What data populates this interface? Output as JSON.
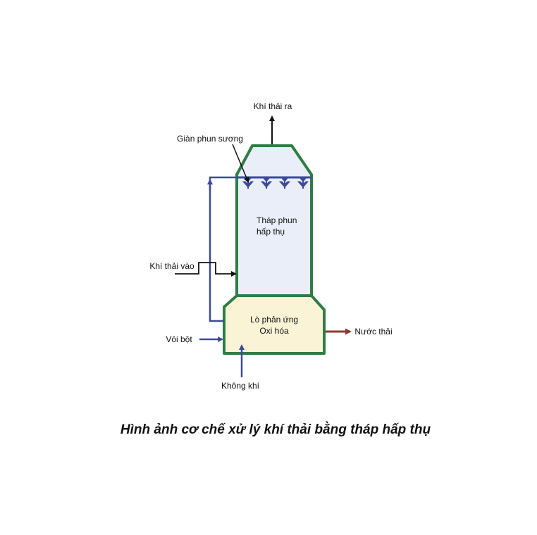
{
  "labels": {
    "exhaust_out": "Khí thải ra",
    "spray_rack": "Giàn phun sương",
    "tower_line1": "Tháp phun",
    "tower_line2": "hấp thụ",
    "exhaust_in": "Khí thải vào",
    "reactor_line1": "Lò phản ứng",
    "reactor_line2": "Oxi hóa",
    "lime": "Vôi bột",
    "wastewater": "Nước thải",
    "air": "Không khí"
  },
  "caption": "Hình ảnh cơ chế xử lý khí thải bằng tháp hấp thụ",
  "colors": {
    "tower_outline": "#2e7d46",
    "tower_fill": "#e9eef8",
    "reactor_fill": "#fbf3d5",
    "pipe_blue": "#3d4a9a",
    "wastewater_arrow": "#8b3a2e",
    "line_black": "#111111"
  }
}
